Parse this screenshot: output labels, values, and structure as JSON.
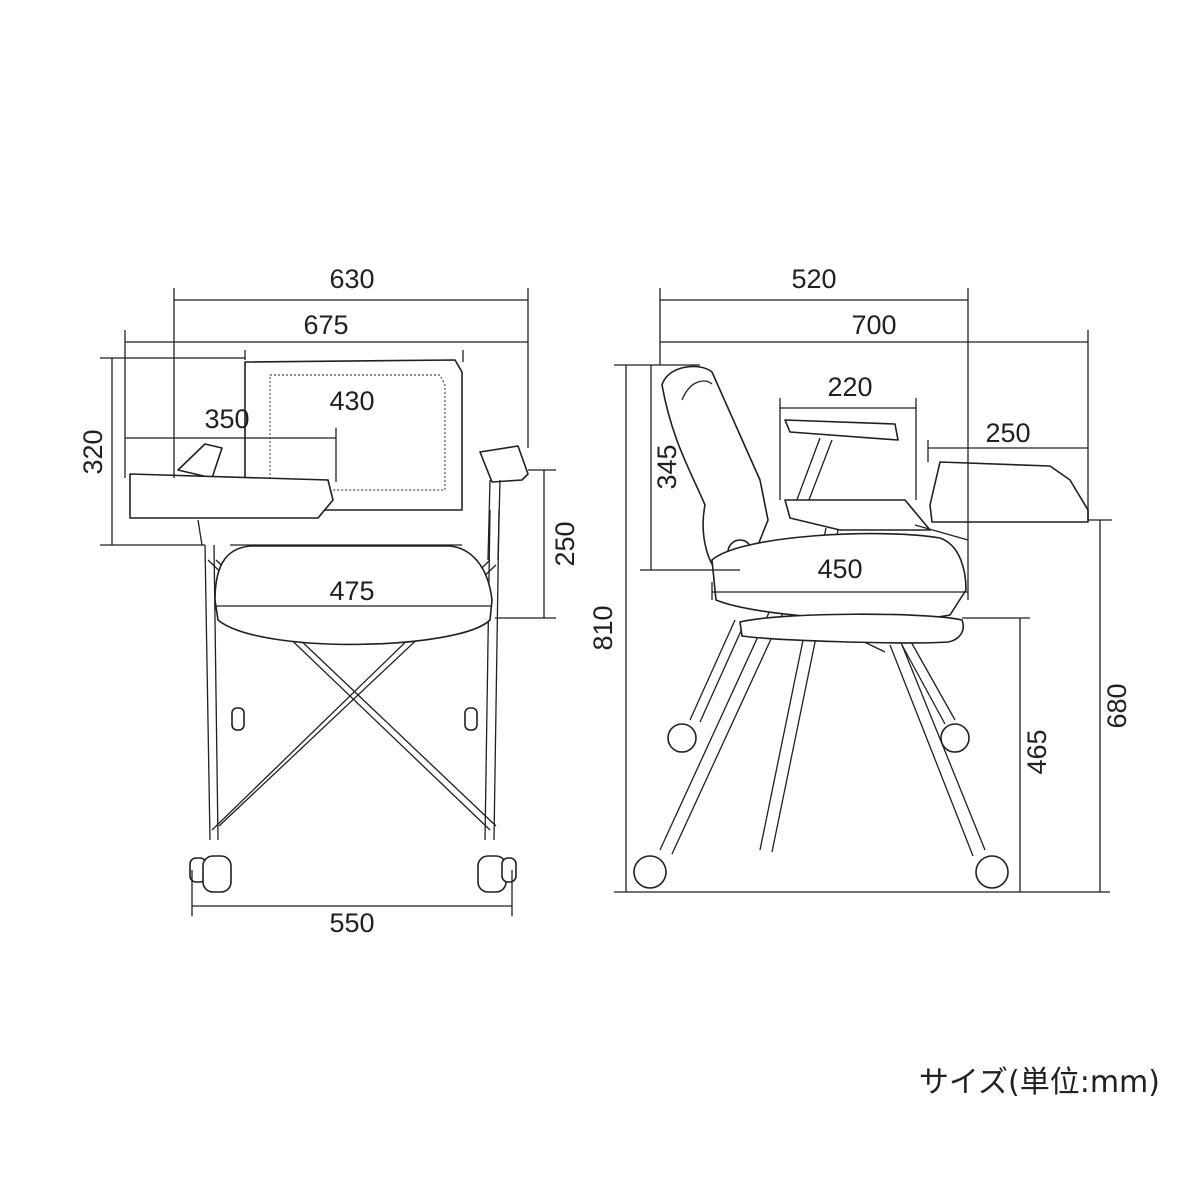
{
  "front_view": {
    "dims": {
      "width_630": "630",
      "width_675": "675",
      "back_430": "430",
      "tablet_350": "350",
      "height_320": "320",
      "arm_250": "250",
      "seat_475": "475",
      "base_550": "550"
    }
  },
  "side_view": {
    "dims": {
      "depth_520": "520",
      "depth_700": "700",
      "arm_220": "220",
      "tablet_250": "250",
      "back_345": "345",
      "height_810": "810",
      "seat_450": "450",
      "seat_height_465": "465",
      "tablet_height_680": "680"
    }
  },
  "footer": {
    "unit_label": "サイズ(単位:mm)"
  }
}
